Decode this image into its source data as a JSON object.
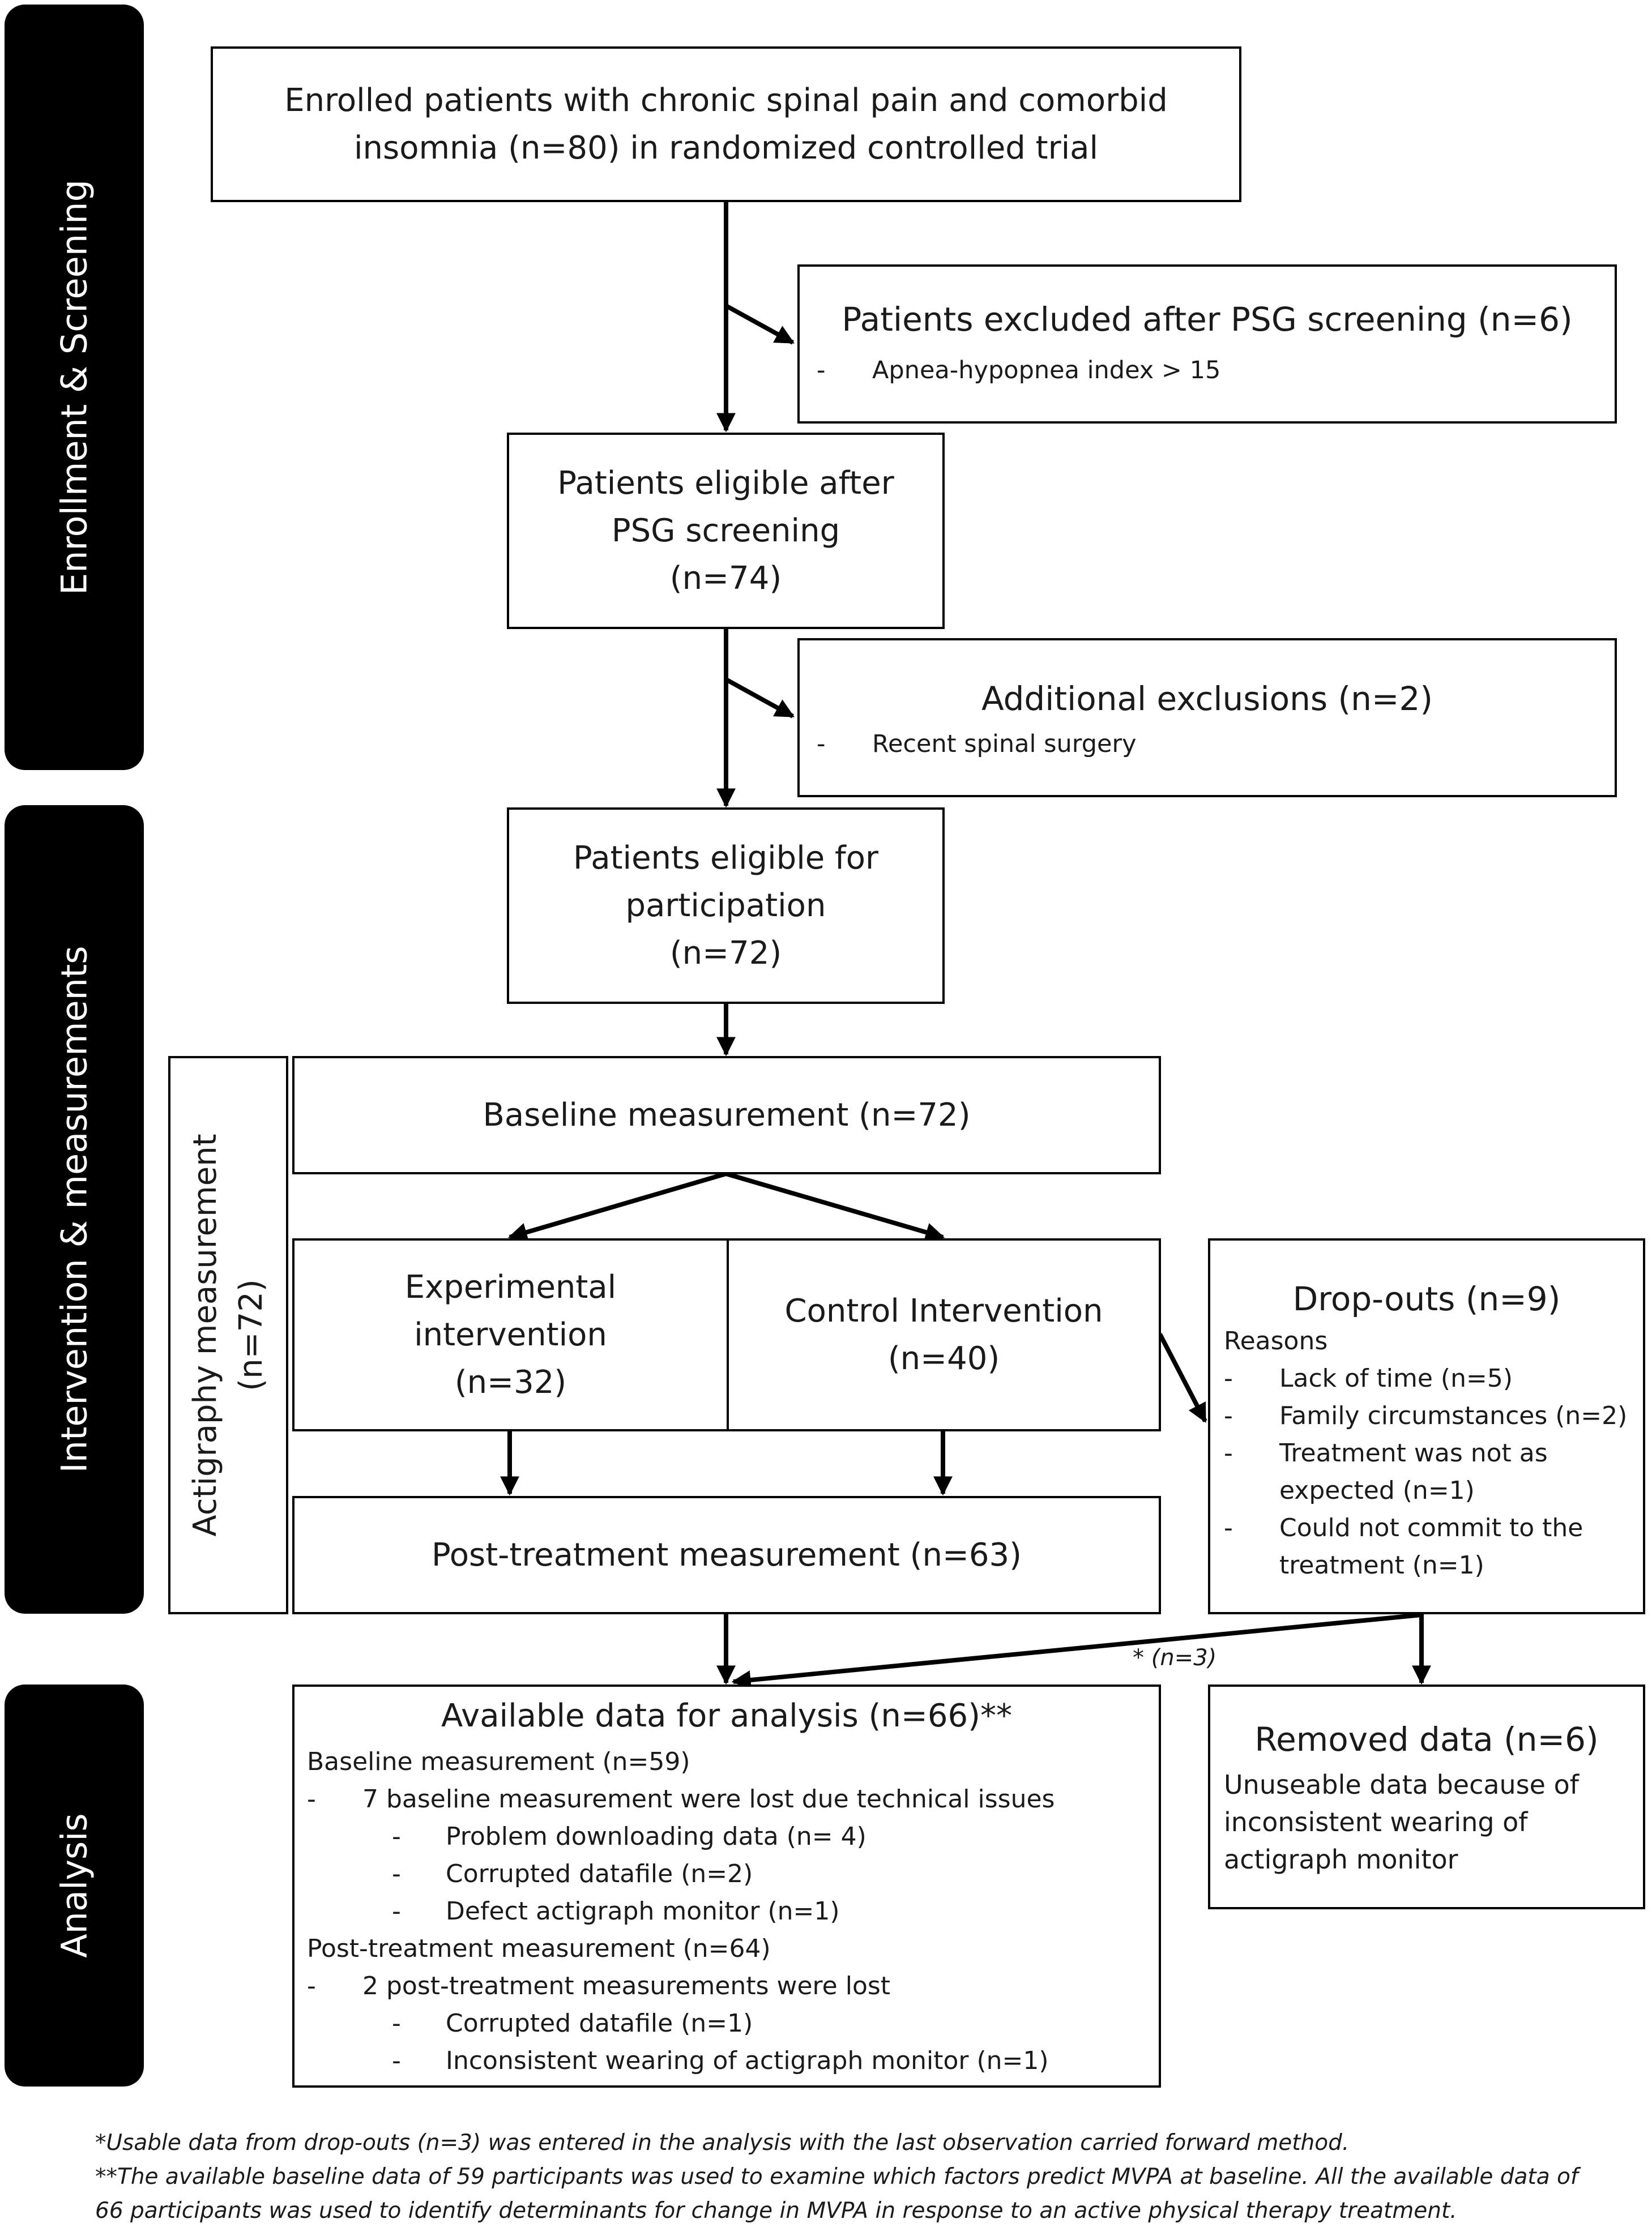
{
  "sections": {
    "enrollment": "Enrollment & Screening",
    "intervention": "Intervention & measurements",
    "analysis": "Analysis"
  },
  "nodes": {
    "enrolled": "Enrolled patients with chronic spinal pain and comorbid insomnia (n=80) in randomized controlled trial",
    "excluded": {
      "title": "Patients excluded after PSG screening (n=6)",
      "items": [
        "Apnea-hypopnea index > 15"
      ]
    },
    "eligible_psg": "Patients eligible after\nPSG screening\n(n=74)",
    "additional": {
      "title": "Additional exclusions (n=2)",
      "items": [
        "Recent spinal surgery"
      ]
    },
    "eligible_participation": "Patients eligible for\nparticipation\n(n=72)",
    "actigraphy": "Actigraphy measurement\n(n=72)",
    "baseline": "Baseline measurement (n=72)",
    "experimental": "Experimental\nintervention\n(n=32)",
    "control": "Control Intervention\n(n=40)",
    "post_treatment": "Post-treatment measurement (n=63)",
    "dropouts": {
      "title": "Drop-outs (n=9)",
      "subtitle": "Reasons",
      "items": [
        "Lack of time (n=5)",
        "Family circumstances (n=2)",
        "Treatment was not as expected  (n=1)",
        "Could not commit to the treatment (n=1)"
      ]
    },
    "available": {
      "title": "Available data for analysis (n=66)**",
      "baseline_header": "Baseline measurement (n=59)",
      "baseline_item": "7 baseline measurement were lost due technical issues",
      "baseline_subitems": [
        "Problem downloading data (n= 4)",
        "Corrupted datafile (n=2)",
        "Defect actigraph monitor (n=1)"
      ],
      "post_header": "Post-treatment measurement (n=64)",
      "post_item": "2 post-treatment measurements were lost",
      "post_subitems": [
        "Corrupted datafile (n=1)",
        "Inconsistent wearing of actigraph monitor (n=1)"
      ]
    },
    "removed": {
      "title": "Removed data (n=6)",
      "text": "Unuseable data because of inconsistent wearing of actigraph monitor"
    }
  },
  "edge_label": "* (n=3)",
  "dash": "-",
  "footnotes": [
    "*Usable data from drop-outs (n=3) was entered in the analysis with the last observation carried forward method.",
    "**The available baseline data of 59 participants was used to examine which factors predict MVPA at baseline. All the available data of",
    "66 participants was used to identify determinants for change in MVPA in response to an active physical therapy treatment."
  ]
}
